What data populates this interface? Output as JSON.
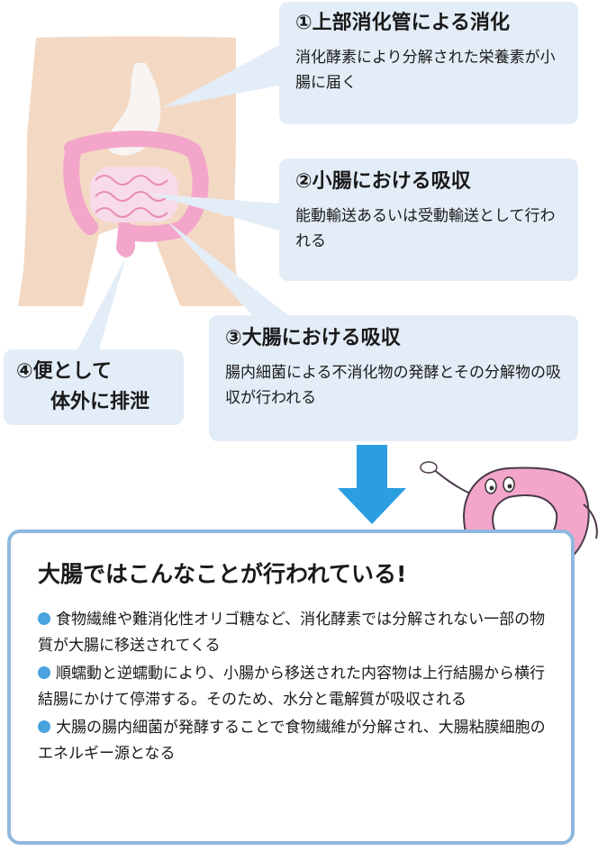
{
  "steps": [
    {
      "title": "①上部消化管による消化",
      "text": "消化酵素により分解された栄養素が小腸に届く"
    },
    {
      "title": "②小腸における吸収",
      "text": "能動輸送あるいは受動輸送として行われる"
    },
    {
      "title": "③大腸における吸収",
      "text": "腸内細菌による不消化物の発酵とその分解物の吸収が行われる"
    },
    {
      "title_line1": "④便として",
      "title_line2": "体外に排泄"
    }
  ],
  "summary": {
    "title": "大腸ではこんなことが行われている!",
    "bullets": [
      "食物繊維や難消化性オリゴ糖など、消化酵素では分解されない一部の物質が大腸に移送されてくる",
      "順蠕動と逆蠕動により、小腸から移送された内容物は上行結腸から横行結腸にかけて停滞する。そのため、水分と電解質が吸収される",
      "大腸の腸内細菌が発酵することで食物繊維が分解され、大腸粘膜細胞のエネルギー源となる"
    ]
  },
  "colors": {
    "skin": "#f3d9c4",
    "callout_bg": "#e3edf7",
    "summary_border": "#8fb8de",
    "arrow": "#2b9ee0",
    "bullet": "#4aa3df",
    "intestine_pink": "#f3a6c9"
  },
  "icons": [
    "torso-illustration",
    "down-arrow-icon",
    "colon-mascot-illustration"
  ]
}
